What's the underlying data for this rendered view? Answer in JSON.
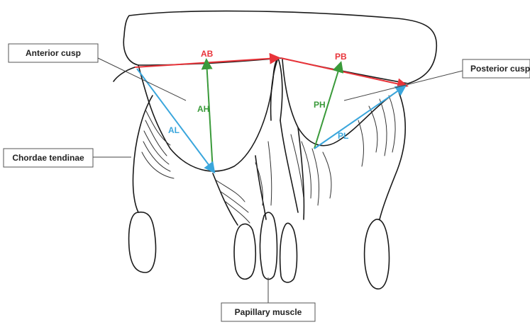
{
  "labels": {
    "anterior_cusp": "Anterior cusp",
    "posterior_cusp": "Posterior cusp",
    "chordae_tendinae": "Chordae tendinae",
    "papillary_muscle": "Papillary muscle"
  },
  "measurements": {
    "ab": "AB",
    "ah": "AH",
    "al": "AL",
    "pb": "PB",
    "ph": "PH",
    "pl": "PL"
  },
  "colors": {
    "base_line": "#e8343a",
    "height_line": "#3a9a3a",
    "length_line": "#3aa6dc",
    "ink": "#1a1a1a"
  }
}
